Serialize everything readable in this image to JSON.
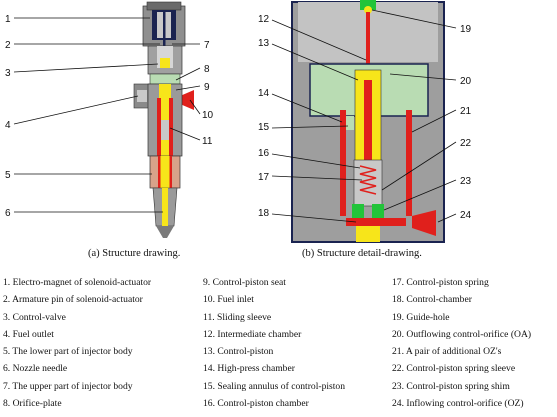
{
  "captions": {
    "left": "(a) Structure drawing.",
    "right": "(b) Structure detail-drawing."
  },
  "callouts": {
    "left": [
      "1",
      "2",
      "3",
      "4",
      "5",
      "6",
      "7",
      "8",
      "9",
      "10",
      "11"
    ],
    "right": [
      "12",
      "13",
      "14",
      "15",
      "16",
      "17",
      "18",
      "19",
      "20",
      "21",
      "22",
      "23",
      "24"
    ]
  },
  "legend": {
    "col1": [
      "1. Electro-magnet of solenoid-actuator",
      "2. Armature pin of solenoid-actuator",
      "3. Control-valve",
      "4. Fuel outlet",
      "5. The lower part of injector body",
      "6. Nozzle needle",
      "7. The upper part of injector body",
      "8. Orifice-plate"
    ],
    "col2": [
      "9. Control-piston seat",
      "10. Fuel inlet",
      "11. Sliding sleeve",
      "12. Intermediate chamber",
      "13. Control-piston",
      "14. High-press chamber",
      "15. Sealing annulus of control-piston",
      "16. Control-piston chamber"
    ],
    "col3": [
      "17. Control-piston spring",
      "18. Control-chamber",
      "19. Guide-hole",
      "20. Outflowing control-orifice (OA)",
      "21. A pair of additional OZ's",
      "22. Control-piston spring sleeve",
      "23. Control-piston spring shim",
      "24. Inflowing control-orifice (OZ)"
    ]
  },
  "colors": {
    "body_gray": "#9a9a9a",
    "light_gray": "#c8c8c8",
    "dark_navy": "#1a2350",
    "fuel_red": "#e0201c",
    "yellow_part": "#f7e51a",
    "green_part": "#22c43a",
    "mint": "#b9dcb3",
    "copper": "#d8a28a"
  }
}
